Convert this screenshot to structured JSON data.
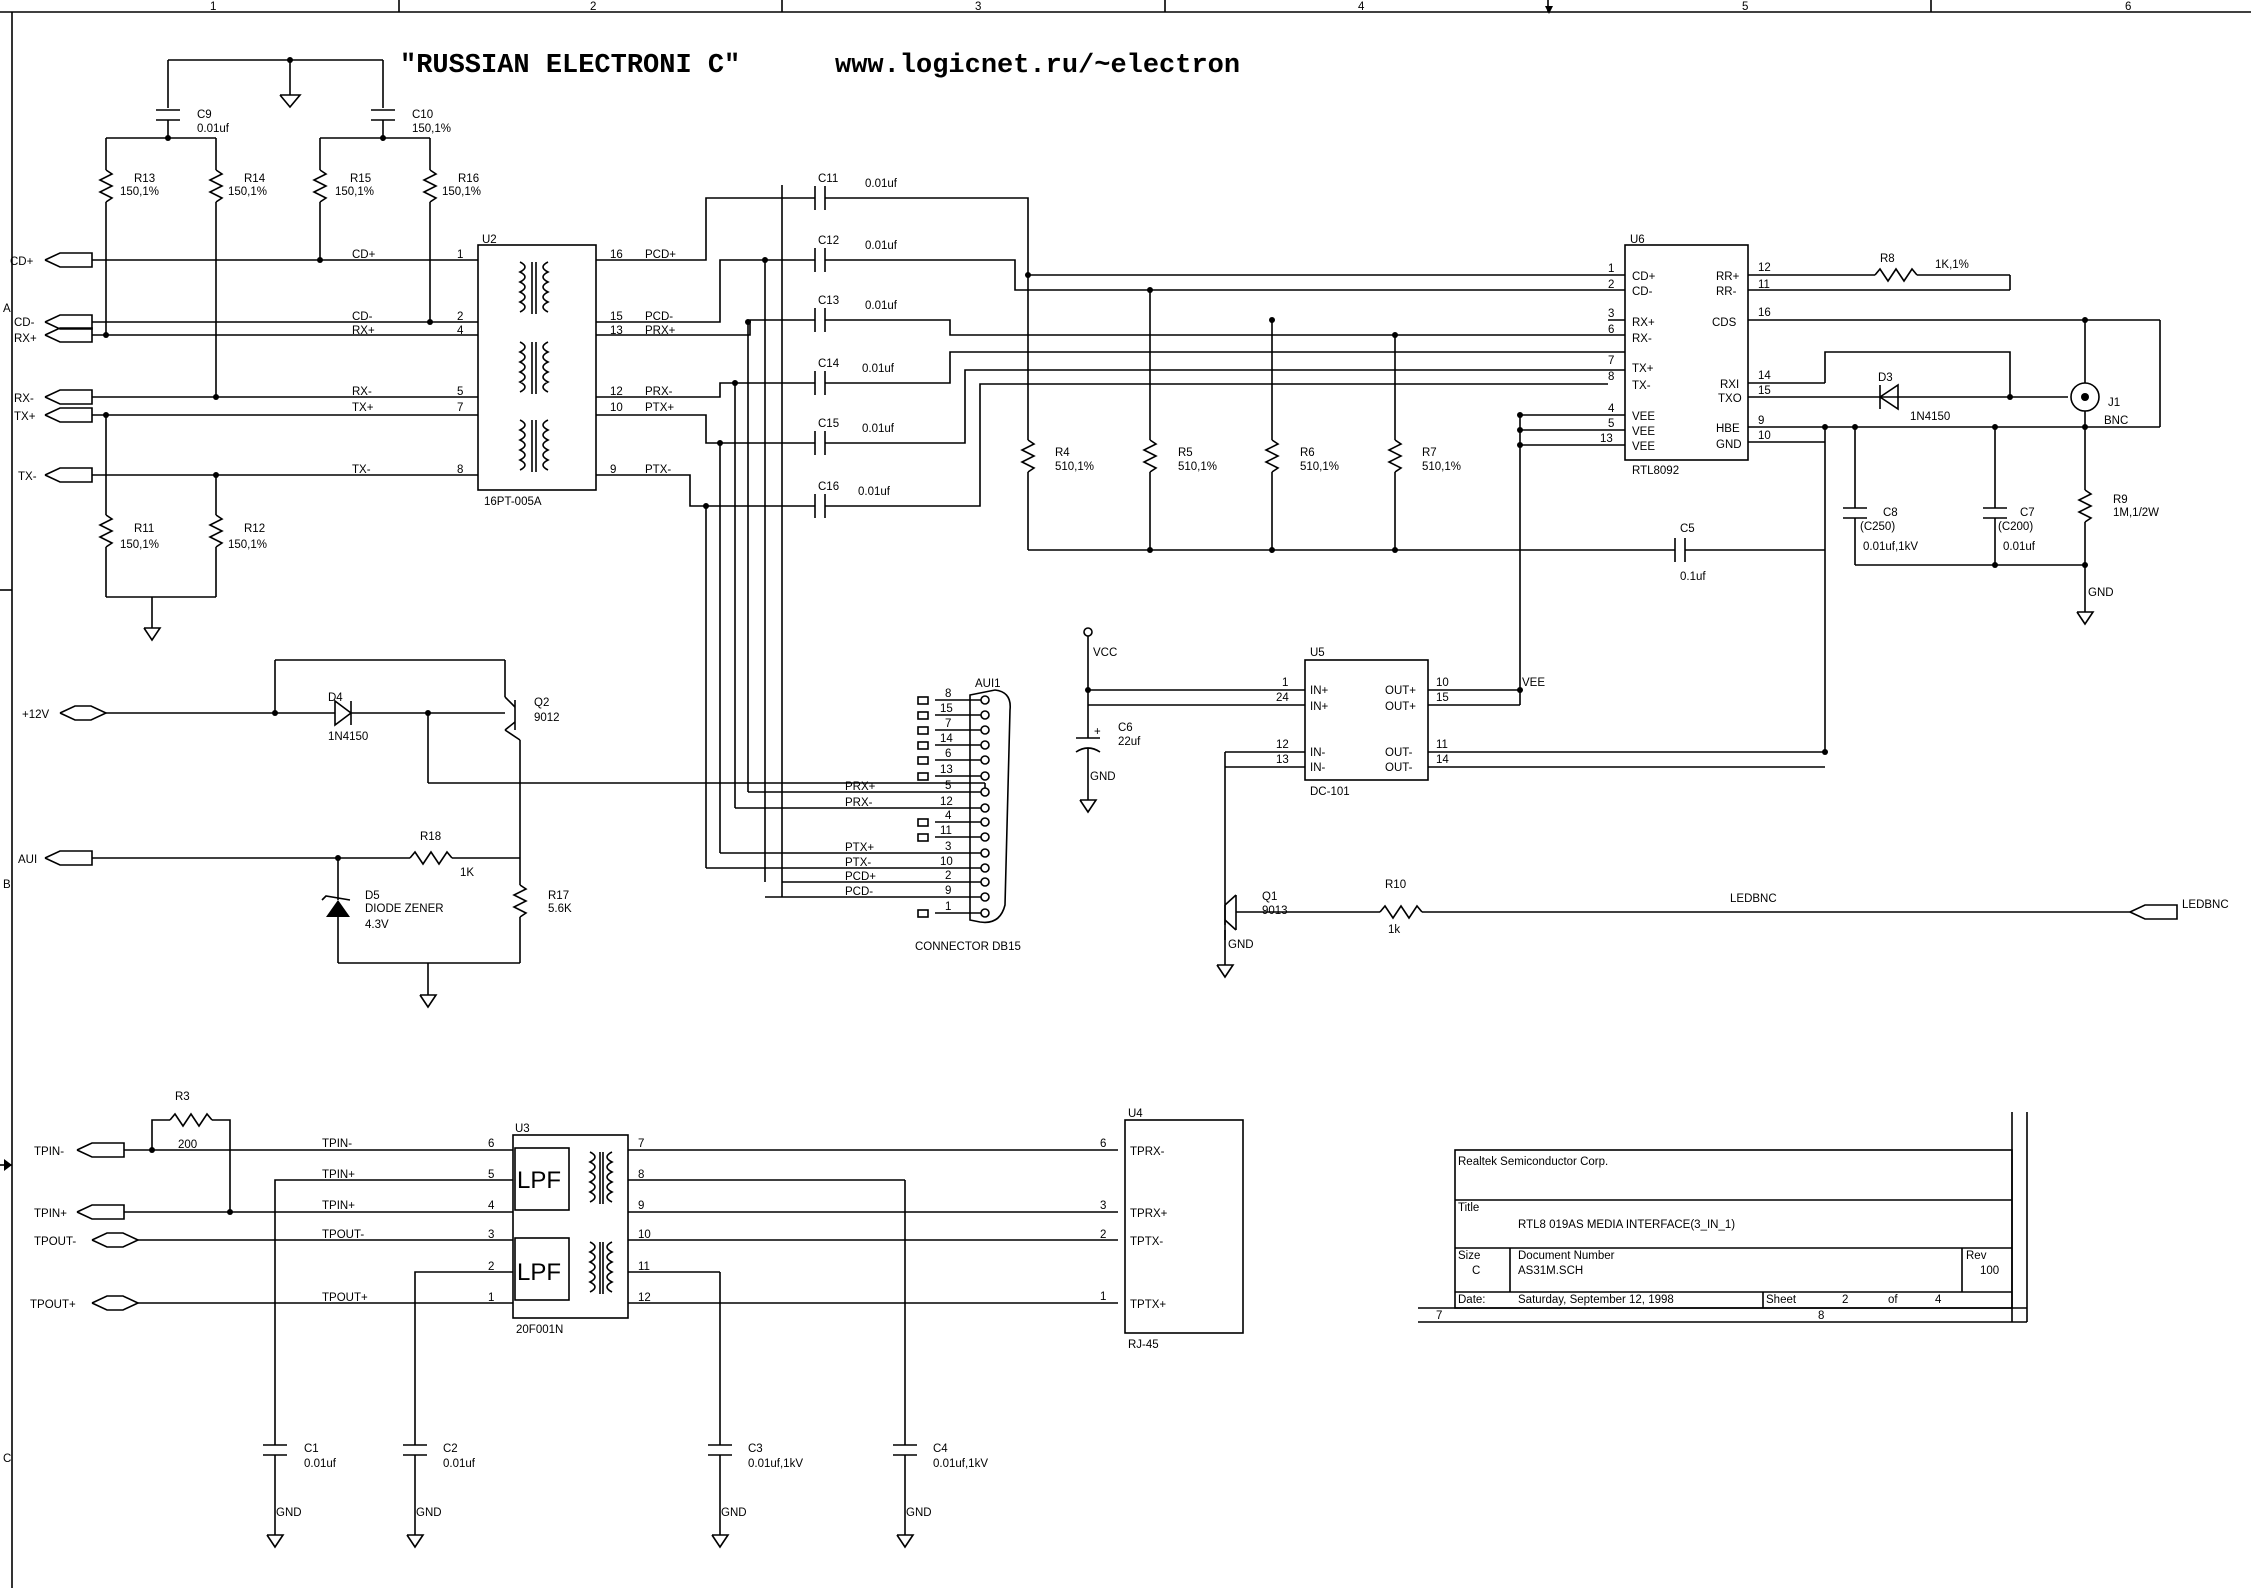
{
  "header": {
    "title": "\"RUSSIAN ELECTRONI C\"",
    "url": "www.logicnet.ru/~electron"
  },
  "border": {
    "cols": [
      "1",
      "2",
      "3",
      "4",
      "5",
      "6"
    ],
    "rows": [
      "A",
      "B",
      "C"
    ]
  },
  "ports": {
    "cd_plus": "CD+",
    "cd_minus": "CD-",
    "rx_plus": "RX+",
    "rx_minus": "RX-",
    "tx_plus": "TX+",
    "tx_minus": "TX-",
    "v12": "+12V",
    "aui": "AUI",
    "tpin_minus": "TPIN-",
    "tpin_plus": "TPIN+",
    "tpout_minus": "TPOUT-",
    "tpout_plus": "TPOUT+",
    "ledbnc": "LEDBNC"
  },
  "parts": {
    "C9": {
      "ref": "C9",
      "val": "0.01uf"
    },
    "C10": {
      "ref": "C10",
      "val": "150,1%"
    },
    "R13": {
      "ref": "R13",
      "val": "150,1%"
    },
    "R14": {
      "ref": "R14",
      "val": "150,1%"
    },
    "R15": {
      "ref": "R15",
      "val": "150,1%"
    },
    "R16": {
      "ref": "R16",
      "val": "150,1%"
    },
    "R11": {
      "ref": "R11",
      "val": "150,1%"
    },
    "R12": {
      "ref": "R12",
      "val": "150,1%"
    },
    "U2": {
      "ref": "U2",
      "val": "16PT-005A"
    },
    "C11": {
      "ref": "C11",
      "val": "0.01uf"
    },
    "C12": {
      "ref": "C12",
      "val": "0.01uf"
    },
    "C13": {
      "ref": "C13",
      "val": "0.01uf"
    },
    "C14": {
      "ref": "C14",
      "val": "0.01uf"
    },
    "C15": {
      "ref": "C15",
      "val": "0.01uf"
    },
    "C16": {
      "ref": "C16",
      "val": "0.01uf"
    },
    "R4": {
      "ref": "R4",
      "val": "510,1%"
    },
    "R5": {
      "ref": "R5",
      "val": "510,1%"
    },
    "R6": {
      "ref": "R6",
      "val": "510,1%"
    },
    "R7": {
      "ref": "R7",
      "val": "510,1%"
    },
    "U6": {
      "ref": "U6",
      "val": "RTL8092"
    },
    "R8": {
      "ref": "R8",
      "val": "1K,1%"
    },
    "D3": {
      "ref": "D3",
      "val": "1N4150"
    },
    "J1": {
      "ref": "J1",
      "val": "BNC"
    },
    "C8": {
      "ref": "C8",
      "val1": "(C250)",
      "val2": "0.01uf,1kV"
    },
    "C7": {
      "ref": "C7",
      "val1": "(C200)",
      "val2": "0.01uf"
    },
    "R9": {
      "ref": "R9",
      "val": "1M,1/2W"
    },
    "C5": {
      "ref": "C5",
      "val": "0.1uf"
    },
    "D4": {
      "ref": "D4",
      "val": "1N4150"
    },
    "Q2": {
      "ref": "Q2",
      "val": "9012"
    },
    "R18": {
      "ref": "R18",
      "val": "1K"
    },
    "D5": {
      "ref": "D5",
      "val1": "DIODE ZENER",
      "val2": "4.3V"
    },
    "R17": {
      "ref": "R17",
      "val": "5.6K"
    },
    "AUI1": {
      "ref": "AUI1",
      "val": "CONNECTOR DB15"
    },
    "C6": {
      "ref": "C6",
      "val": "22uf"
    },
    "U5": {
      "ref": "U5",
      "val": "DC-101"
    },
    "Q1": {
      "ref": "Q1",
      "val": "9013"
    },
    "R10": {
      "ref": "R10",
      "val": "1k"
    },
    "R3": {
      "ref": "R3",
      "val": "200"
    },
    "U3": {
      "ref": "U3",
      "val": "20F001N"
    },
    "U4": {
      "ref": "U4",
      "val": "RJ-45"
    },
    "C1": {
      "ref": "C1",
      "val": "0.01uf"
    },
    "C2": {
      "ref": "C2",
      "val": "0.01uf"
    },
    "C3": {
      "ref": "C3",
      "val": "0.01uf,1kV"
    },
    "C4": {
      "ref": "C4",
      "val": "0.01uf,1kV"
    }
  },
  "net_labels": {
    "gnd": "GND",
    "vcc": "VCC",
    "vee": "VEE",
    "ledbnc": "LEDBNC",
    "lpf": "LPF",
    "pcd_plus": "PCD+",
    "pcd_minus": "PCD-",
    "prx_plus": "PRX+",
    "prx_minus": "PRX-",
    "ptx_plus": "PTX+",
    "ptx_minus": "PTX-",
    "plus": "+",
    "tprx_minus": "TPRX-",
    "tprx_plus": "TPRX+",
    "tptx_minus": "TPTX-",
    "tptx_plus": "TPTX+"
  },
  "u6_pins_left": [
    {
      "n": "1",
      "name": "CD+"
    },
    {
      "n": "2",
      "name": "CD-"
    },
    {
      "n": "3",
      "name": "RX+"
    },
    {
      "n": "6",
      "name": "RX-"
    },
    {
      "n": "7",
      "name": "TX+"
    },
    {
      "n": "8",
      "name": "TX-"
    },
    {
      "n": "4",
      "name": "VEE"
    },
    {
      "n": "5",
      "name": "VEE"
    },
    {
      "n": "13",
      "name": "VEE"
    }
  ],
  "u6_pins_right": [
    {
      "n": "12",
      "name": "RR+"
    },
    {
      "n": "11",
      "name": "RR-"
    },
    {
      "n": "16",
      "name": "CDS"
    },
    {
      "n": "14",
      "name": "RXI"
    },
    {
      "n": "15",
      "name": "TXO"
    },
    {
      "n": "9",
      "name": "HBE"
    },
    {
      "n": "10",
      "name": "GND"
    }
  ],
  "u5_pins_left": [
    {
      "n": "1",
      "name": "IN+"
    },
    {
      "n": "24",
      "name": "IN+"
    },
    {
      "n": "12",
      "name": "IN-"
    },
    {
      "n": "13",
      "name": "IN-"
    }
  ],
  "u5_pins_right": [
    {
      "n": "10",
      "name": "OUT+"
    },
    {
      "n": "15",
      "name": "OUT+"
    },
    {
      "n": "11",
      "name": "OUT-"
    },
    {
      "n": "14",
      "name": "OUT-"
    }
  ],
  "u2_pins": {
    "left": [
      "1",
      "2",
      "4",
      "5",
      "7",
      "8"
    ],
    "right": [
      "16",
      "15",
      "13",
      "12",
      "10",
      "9"
    ]
  },
  "u3_pins": {
    "left": [
      "6",
      "5",
      "4",
      "3",
      "2",
      "1"
    ],
    "right": [
      "7",
      "8",
      "9",
      "10",
      "11",
      "12"
    ]
  },
  "u4_pins": [
    "6",
    "3",
    "2",
    "1"
  ],
  "aui_pins": [
    "8",
    "15",
    "7",
    "14",
    "6",
    "13",
    "5",
    "12",
    "4",
    "11",
    "3",
    "10",
    "2",
    "9",
    "1"
  ],
  "title_block": {
    "company": "Realtek Semiconductor Corp.",
    "title_label": "Title",
    "title": "RTL8  019AS MEDIA INTERFACE(3_IN_1)",
    "size_label": "Size",
    "size": "C",
    "docnum_label": "Document Number",
    "docnum": "AS31M.SCH",
    "rev_label": "Rev",
    "rev": "100",
    "date_label": "Date:",
    "date": "Saturday, September 12, 1998",
    "sheet_label": "Sheet",
    "sheet": "2",
    "of_label": "of",
    "of": "4",
    "col7": "7",
    "col8": "8"
  }
}
